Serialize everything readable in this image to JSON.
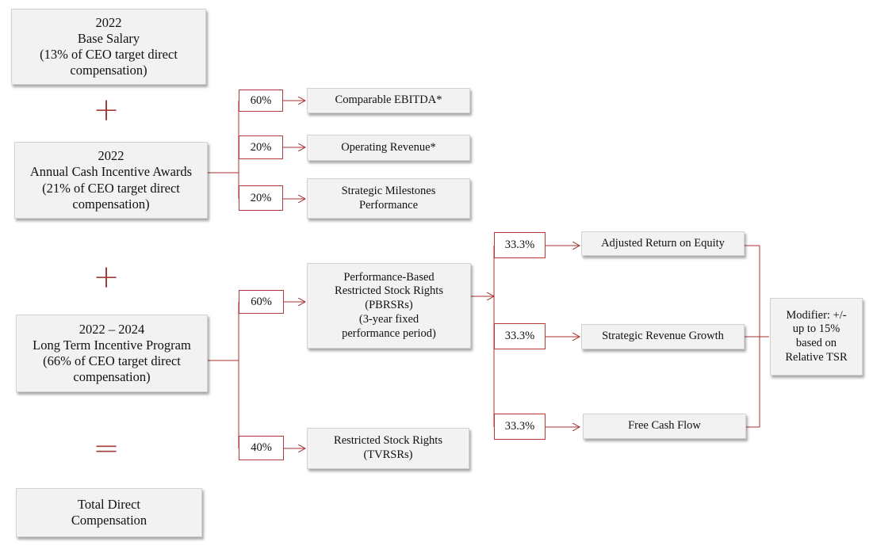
{
  "left": {
    "base_salary": "2022\nBase Salary\n(13% of CEO target direct\ncompensation)",
    "annual_incentive": "2022\nAnnual Cash Incentive Awards\n(21% of CEO target direct\ncompensation)",
    "long_term": "2022 – 2024\nLong Term Incentive Program\n(66% of CEO target direct\ncompensation)",
    "total": "Total Direct\nCompensation"
  },
  "operators": {
    "plus": "+",
    "equals": "="
  },
  "annual": {
    "items": [
      {
        "pct": "60%",
        "label": "Comparable EBITDA*"
      },
      {
        "pct": "20%",
        "label": "Operating Revenue*"
      },
      {
        "pct": "20%",
        "label": "Strategic Milestones\nPerformance"
      }
    ]
  },
  "ltip": {
    "items": [
      {
        "pct": "60%",
        "label": "Performance-Based\nRestricted Stock Rights\n(PBRSRs)\n(3-year fixed\nperformance period)"
      },
      {
        "pct": "40%",
        "label": "Restricted Stock Rights\n(TVRSRs)"
      }
    ]
  },
  "pbrsr": {
    "items": [
      {
        "pct": "33.3%",
        "label": "Adjusted Return on Equity"
      },
      {
        "pct": "33.3%",
        "label": "Strategic Revenue Growth"
      },
      {
        "pct": "33.3%",
        "label": "Free Cash Flow"
      }
    ],
    "modifier": "Modifier: +/-\nup to 15%\nbased on\nRelative TSR"
  },
  "colors": {
    "line": "#a83232",
    "box_fill": "#f2f2f2"
  }
}
